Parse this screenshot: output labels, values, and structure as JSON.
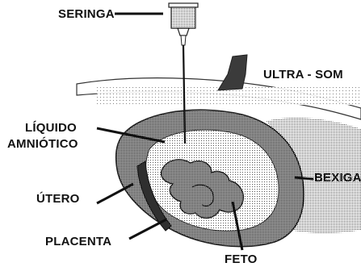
{
  "labels": {
    "seringa": "SERINGA",
    "ultra_som": "ULTRA - SOM",
    "liquido_line1": "LÍQUIDO",
    "liquido_line2": "AMNIÓTICO",
    "bexiga": "BEXIGA",
    "utero": "ÚTERO",
    "placenta": "PLACENTA",
    "feto": "FETO"
  }
}
